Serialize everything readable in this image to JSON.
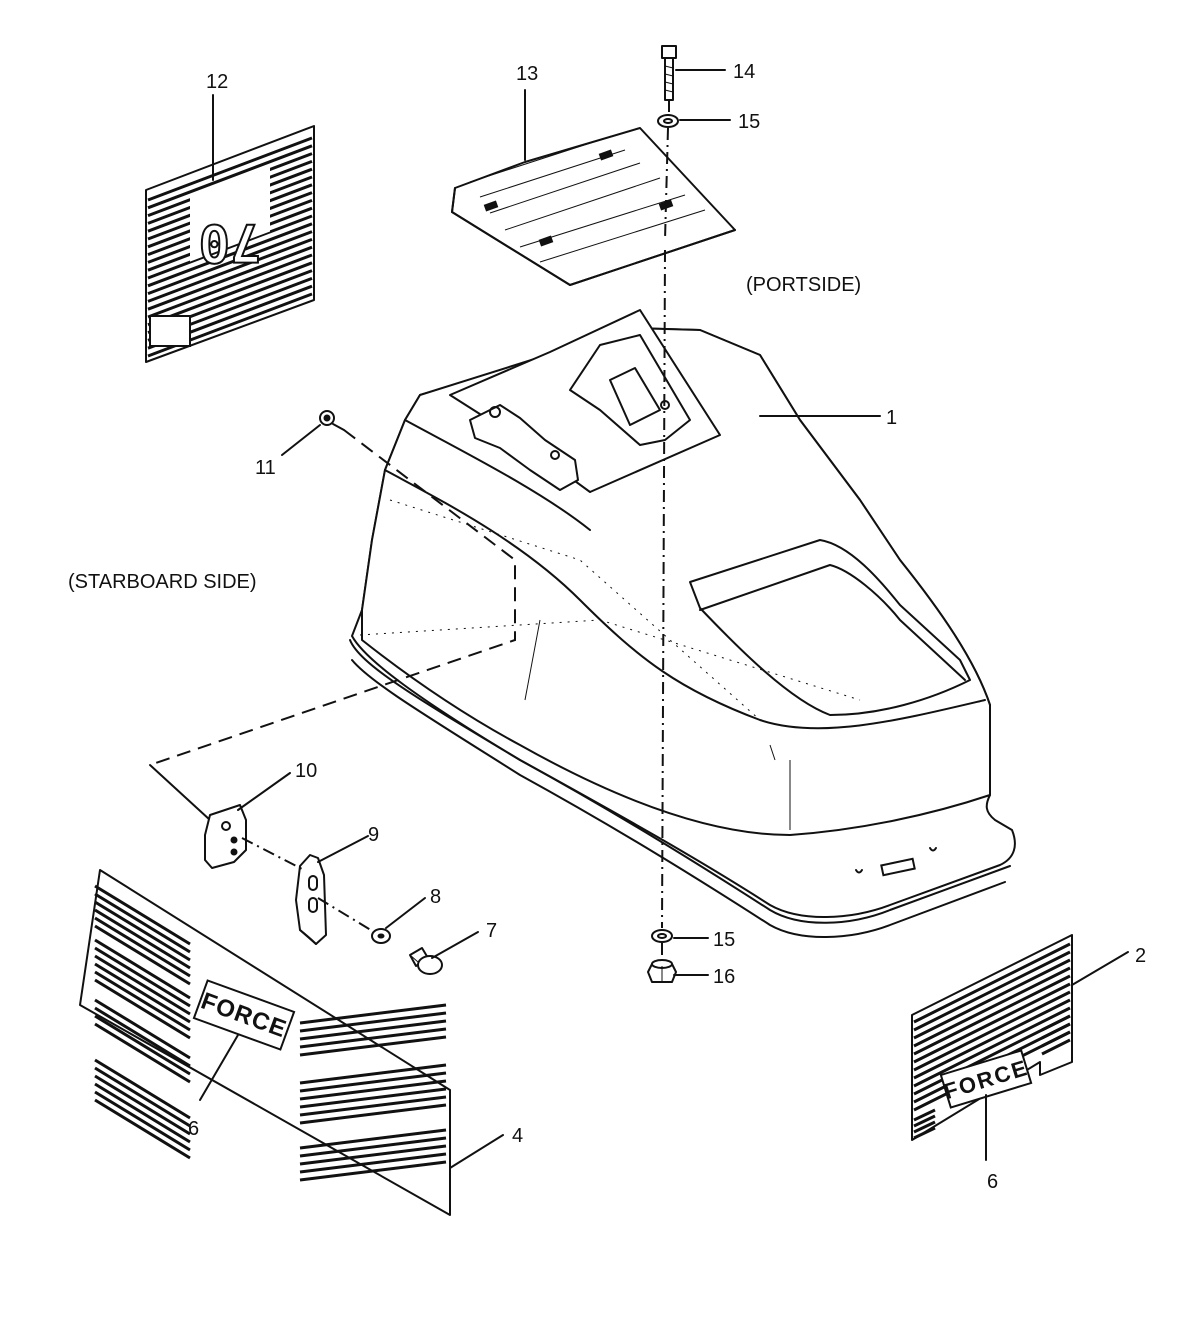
{
  "notes": {
    "portside": "(PORTSIDE)",
    "starboard": "(STARBOARD SIDE)"
  },
  "callouts": {
    "c1": "1",
    "c2": "2",
    "c4": "4",
    "c6a": "6",
    "c6b": "6",
    "c7": "7",
    "c8": "8",
    "c9": "9",
    "c10": "10",
    "c11": "11",
    "c12": "12",
    "c13": "13",
    "c14": "14",
    "c15a": "15",
    "c15b": "15",
    "c16": "16"
  },
  "decal_text": {
    "model_number": "70",
    "brand_left": "FORCE",
    "brand_right": "FORCE"
  }
}
